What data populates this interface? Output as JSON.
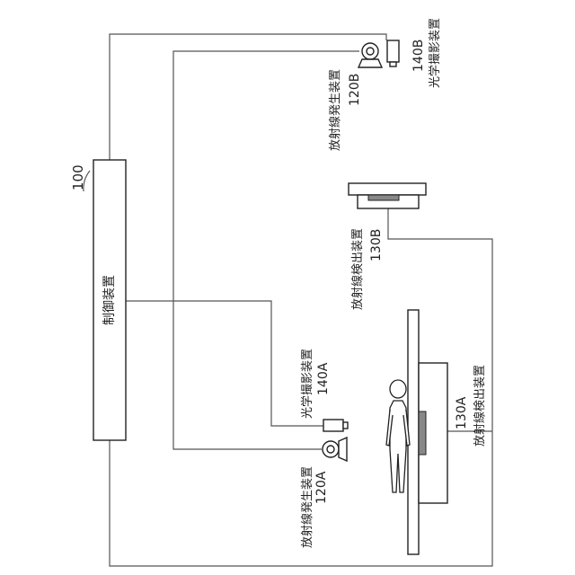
{
  "control": {
    "ref": "100",
    "label": "制御装置"
  },
  "generator_b": {
    "ref": "120B",
    "label": "放射線発生装置"
  },
  "camera_b": {
    "ref": "140B",
    "label": "光学撮影装置"
  },
  "detector_b": {
    "ref": "130B",
    "label": "放射線検出装置"
  },
  "camera_a": {
    "ref": "140A",
    "label": "光学撮影装置"
  },
  "generator_a": {
    "ref": "120A",
    "label": "放射線発生装置"
  },
  "detector_a": {
    "ref": "130A",
    "label": "放射線検出装置"
  }
}
